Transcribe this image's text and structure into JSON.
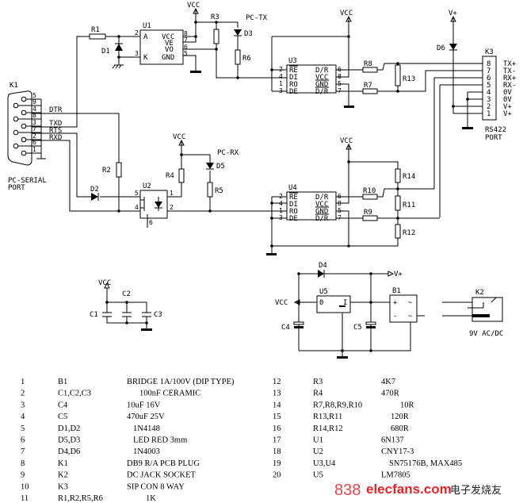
{
  "schematic": {
    "k1": {
      "ref": "K1",
      "pins": [
        "5",
        "9",
        "4",
        "8",
        "3",
        "7",
        "2",
        "6",
        "1"
      ],
      "signals": [
        "DTR",
        "TXD",
        "RTS",
        "RXD"
      ],
      "caption": [
        "PC-SERIAL",
        "PORT"
      ]
    },
    "u1": {
      "ref": "U1",
      "left_pins": [
        "2",
        "3"
      ],
      "left_names": [
        "A",
        "K"
      ],
      "right_pins": [
        "8",
        "7",
        "6",
        "5"
      ],
      "right_names": [
        "VCC",
        "VE",
        "VO",
        "GND"
      ]
    },
    "u2": {
      "ref": "U2",
      "pins": [
        "5",
        "4",
        "1",
        "2",
        "6"
      ]
    },
    "u3": {
      "ref": "U3",
      "left_pins": [
        "2",
        "4",
        "1",
        "3"
      ],
      "left_names": [
        "RE",
        "DI",
        "RO",
        "DE"
      ],
      "right_pins": [
        "6",
        "8",
        "5",
        "7"
      ],
      "right_names": [
        "D/R",
        "VCC",
        "GND",
        "D/R"
      ]
    },
    "u4": {
      "ref": "U4",
      "left_pins": [
        "2",
        "4",
        "1",
        "3"
      ],
      "left_names": [
        "RE",
        "DI",
        "RO",
        "DE"
      ],
      "right_pins": [
        "6",
        "8",
        "5",
        "7"
      ],
      "right_names": [
        "D/R",
        "VCC",
        "GND",
        "D/R"
      ]
    },
    "u5": {
      "ref": "U5",
      "pins": [
        "0",
        "I"
      ]
    },
    "k3": {
      "ref": "K3",
      "pins": [
        "8",
        "7",
        "6",
        "5",
        "4",
        "3",
        "2",
        "1"
      ],
      "signals": [
        "TX+",
        "TX-",
        "RX+",
        "RX-",
        "0V",
        "0V",
        "V+",
        "V+"
      ],
      "caption": [
        "RS422",
        "PORT"
      ]
    },
    "b1": {
      "ref": "B1",
      "plus": "+",
      "minus": "-",
      "ac": "~"
    },
    "k2": {
      "ref": "K2",
      "caption": "9V AC/DC"
    },
    "parts": {
      "R1": "R1",
      "R2": "R2",
      "R3": "R3",
      "R4": "R4",
      "R5": "R5",
      "R6": "R6",
      "R7": "R7",
      "R8": "R8",
      "R9": "R9",
      "R10": "R10",
      "R11": "R11",
      "R12": "R12",
      "R13": "R13",
      "R14": "R14",
      "D1": "D1",
      "D2": "D2",
      "D3": "D3",
      "D4": "D4",
      "D5": "D5",
      "D6": "D6",
      "C1": "C1",
      "C2": "C2",
      "C3": "C3",
      "C4": "C4",
      "C5": "C5"
    },
    "nets": {
      "vcc": "VCC",
      "vplus": "V+",
      "pc_tx": "PC-TX",
      "pc_rx": "PC-RX"
    }
  },
  "bom": {
    "left": [
      {
        "no": "1",
        "ref": "B1",
        "value": "BRIDGE 1A/100V (DIP TYPE)"
      },
      {
        "no": "2",
        "ref": "C1,C2,C3",
        "value": "100nF CERAMIC"
      },
      {
        "no": "3",
        "ref": "C4",
        "value": "10uF 16V"
      },
      {
        "no": "4",
        "ref": "C5",
        "value": "470uF 25V"
      },
      {
        "no": "5",
        "ref": "D1,D2",
        "value": "1N4148"
      },
      {
        "no": "6",
        "ref": "D5,D3",
        "value": "LED RED 3mm"
      },
      {
        "no": "7",
        "ref": "D4,D6",
        "value": "1N4003"
      },
      {
        "no": "8",
        "ref": "K1",
        "value": "DB9 R/A PCB PLUG"
      },
      {
        "no": "9",
        "ref": "K2",
        "value": "DC JACK SOCKET"
      },
      {
        "no": "10",
        "ref": "K3",
        "value": "SIP CON 8 WAY"
      },
      {
        "no": "11",
        "ref": "R1,R2,R5,R6",
        "value": "1K"
      }
    ],
    "right": [
      {
        "no": "12",
        "ref": "R3",
        "value": "4K7"
      },
      {
        "no": "13",
        "ref": "R4",
        "value": "470R"
      },
      {
        "no": "14",
        "ref": "R7,R8,R9,R10",
        "value": "10R"
      },
      {
        "no": "15",
        "ref": "R13,R11",
        "value": "120R"
      },
      {
        "no": "16",
        "ref": "R14,R12",
        "value": "680R"
      },
      {
        "no": "17",
        "ref": "U1",
        "value": "6N137"
      },
      {
        "no": "18",
        "ref": "U2",
        "value": "CNY17-3"
      },
      {
        "no": "19",
        "ref": "U3,U4",
        "value": "SN75176B, MAX485"
      },
      {
        "no": "20",
        "ref": "U5",
        "value": "LM7805"
      }
    ]
  },
  "watermark": {
    "prefix": "838",
    "brand": "elecfans.com",
    "suffix": "电子发烧友"
  },
  "colors": {
    "ink": "#000000",
    "watermark": "#e0262b"
  }
}
